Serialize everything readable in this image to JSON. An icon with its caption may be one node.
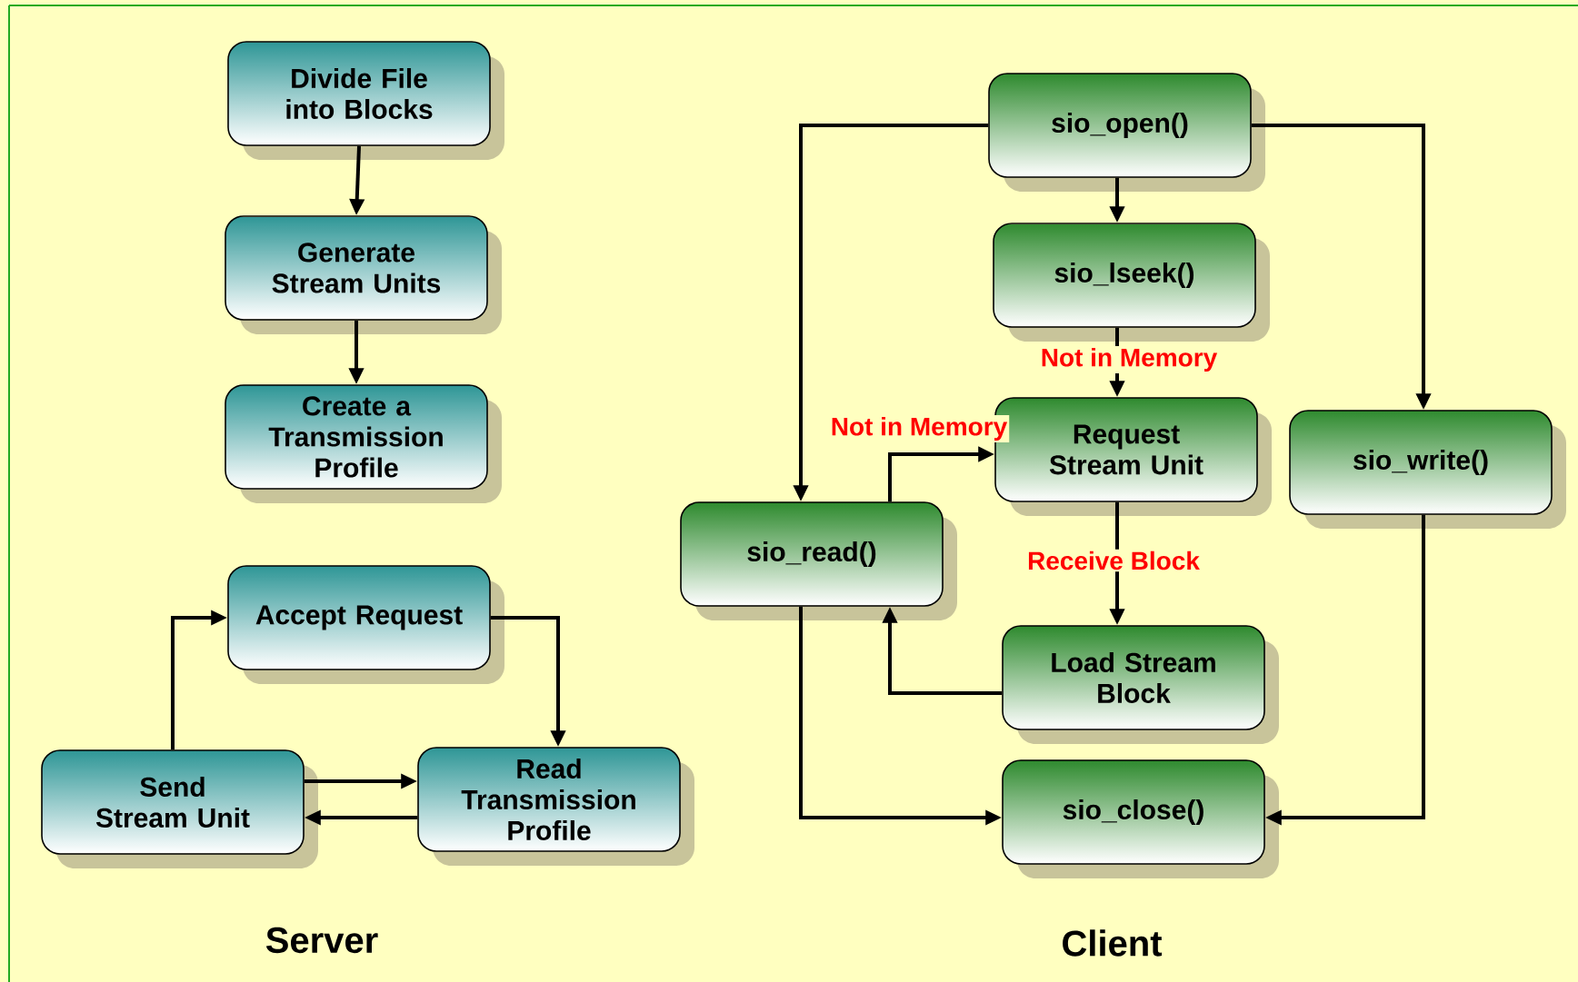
{
  "diagram": {
    "nodes": [
      {
        "text": [
          "Divide File into Blocks"
        ]
      },
      {
        "text": [
          "Generate Stream Units"
        ]
      },
      {
        "text": [
          "Create a Transmission Profile"
        ]
      },
      {
        "text": [
          "Accept Request"
        ]
      },
      {
        "text": [
          "Send Stream Unit"
        ]
      },
      {
        "text": [
          "Read Transmission Profile"
        ]
      },
      {
        "text": [
          "sio_open()"
        ]
      },
      {
        "text": [
          "sio_lseek()"
        ]
      },
      {
        "text": [
          "Request Stream Unit"
        ]
      },
      {
        "text": [
          "sio_write()"
        ]
      },
      {
        "text": [
          "sio_read()"
        ]
      },
      {
        "text": [
          "Load Stream Block"
        ]
      },
      {
        "text": [
          "sio_close()"
        ]
      }
    ],
    "edges": [
      {
        "from": 0,
        "to": 1,
        "arrow": "to"
      },
      {
        "from": 1,
        "to": 2,
        "arrow": "to"
      },
      {
        "from": 4,
        "to": 3,
        "arrow": "to"
      },
      {
        "from": 3,
        "to": 5,
        "arrow": "to"
      },
      {
        "from": 4,
        "to": 5,
        "arrow": "to"
      },
      {
        "from": 5,
        "to": 4,
        "arrow": "to"
      },
      {
        "from": 6,
        "to": 7,
        "arrow": "to"
      },
      {
        "from": 7,
        "to": 8,
        "arrow": "to",
        "label": "Not in Memory"
      },
      {
        "from": 6,
        "to": 10,
        "arrow": "to"
      },
      {
        "from": 6,
        "to": 9,
        "arrow": "to"
      },
      {
        "from": 10,
        "to": 8,
        "arrow": "to",
        "label": "Not in Memory"
      },
      {
        "from": 8,
        "to": 11,
        "arrow": "to",
        "label": "Receive Block"
      },
      {
        "from": 11,
        "to": 10,
        "arrow": "to"
      },
      {
        "from": 10,
        "to": 12,
        "arrow": "to"
      },
      {
        "from": 9,
        "to": 12,
        "arrow": "to"
      }
    ],
    "labels": [
      "Server",
      "Client"
    ]
  }
}
